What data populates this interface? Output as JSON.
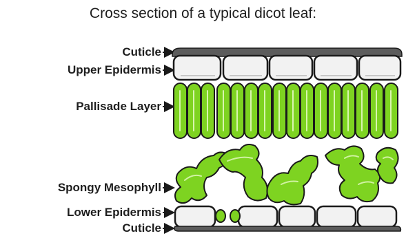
{
  "title": "Cross section of a typical dicot leaf:",
  "labels": {
    "cuticle_top": "Cuticle",
    "upper_epidermis": "Upper Epidermis",
    "pallisade": "Pallisade Layer",
    "spongy": "Spongy Mesophyll",
    "lower_epidermis": "Lower Epidermis",
    "cuticle_bottom": "Cuticle"
  },
  "colors": {
    "outline": "#1a1a1a",
    "cuticle": "#5c5c5c",
    "epidermis_cell": "#f2f2f2",
    "chlorenchyma": "#7ed321",
    "chlorenchyma_dark": "#4c9a14",
    "highlight": "#d9f5b0"
  }
}
